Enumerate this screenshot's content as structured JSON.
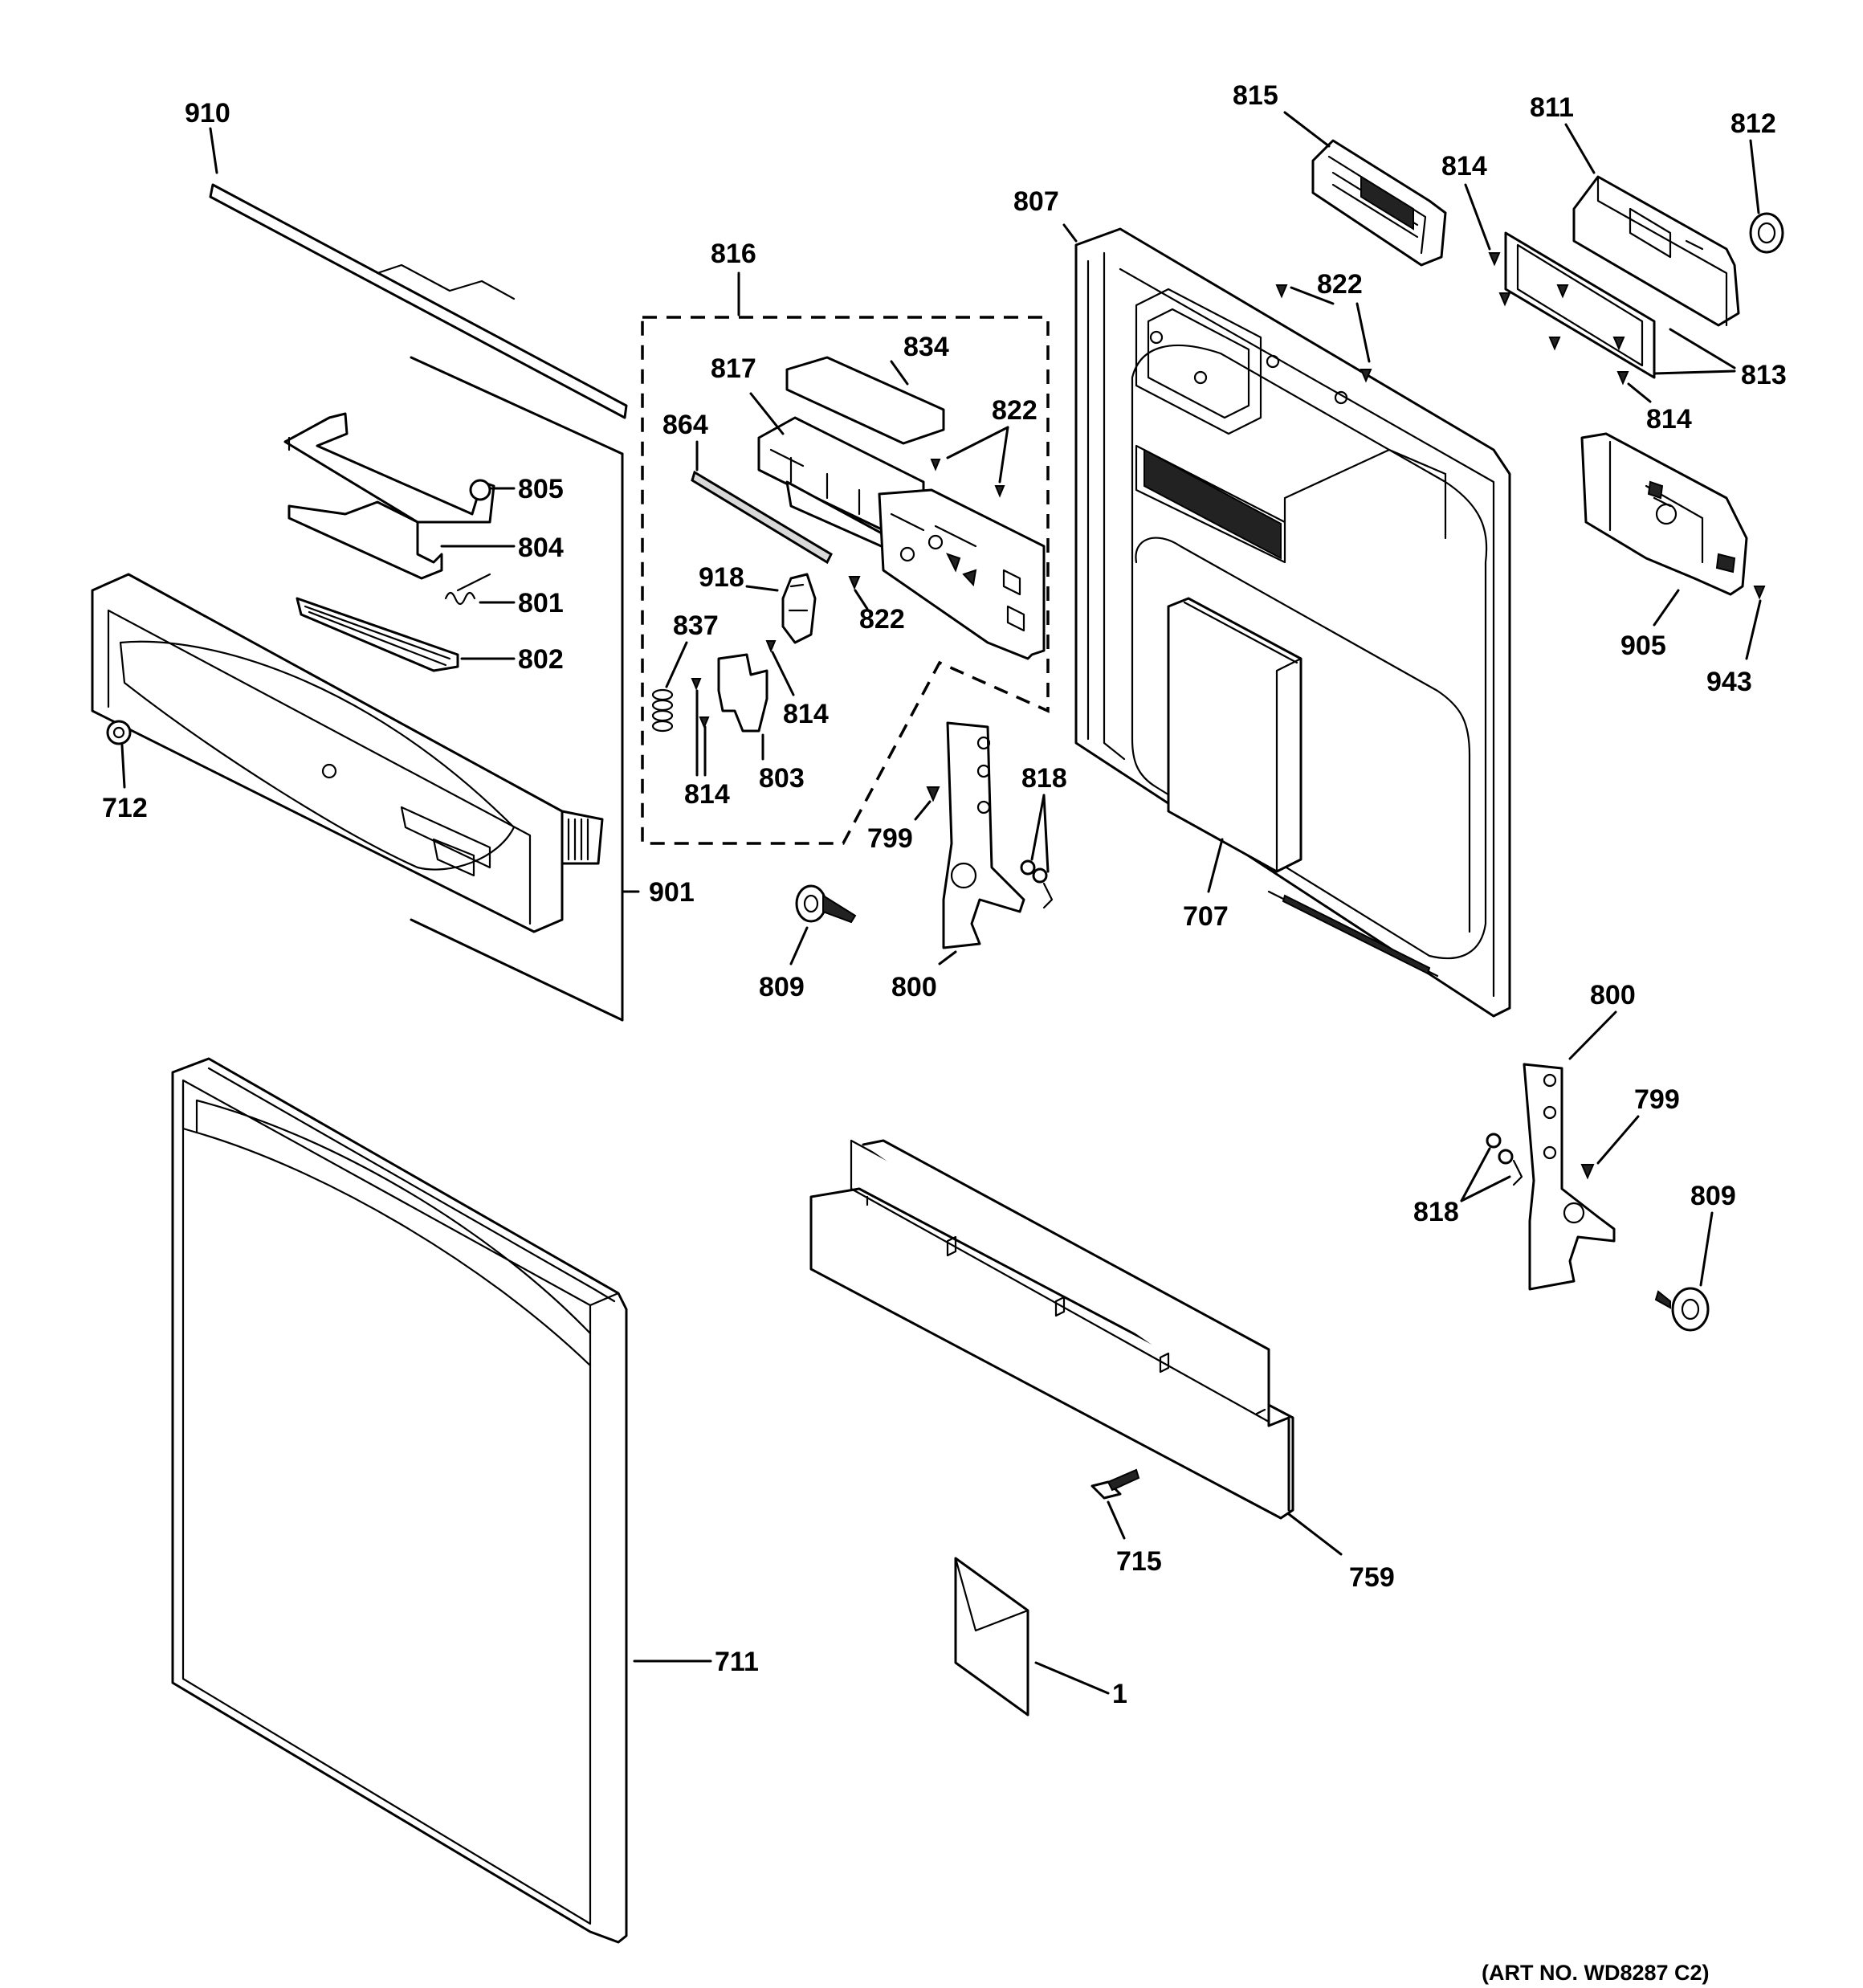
{
  "art_number": "(ART NO. WD8287 C2)",
  "labels": {
    "l910": "910",
    "l816": "816",
    "l834": "834",
    "l817": "817",
    "l822a": "822",
    "l864": "864",
    "l805": "805",
    "l804": "804",
    "l801": "801",
    "l802": "802",
    "l918": "918",
    "l822b": "822",
    "l837": "837",
    "l814a": "814",
    "l814b": "814",
    "l803": "803",
    "l712": "712",
    "l901": "901",
    "l799a": "799",
    "l818a": "818",
    "l809a": "809",
    "l800a": "800",
    "l815": "815",
    "l807": "807",
    "l822c": "822",
    "l811": "811",
    "l812": "812",
    "l814c": "814",
    "l813": "813",
    "l814d": "814",
    "l905": "905",
    "l943": "943",
    "l707": "707",
    "l800b": "800",
    "l799b": "799",
    "l818b": "818",
    "l809b": "809",
    "l715": "715",
    "l759": "759",
    "l711": "711",
    "l1": "1"
  },
  "icons": {
    "screw": "screw-icon",
    "hinge": "hinge-icon",
    "panel": "panel-icon"
  }
}
